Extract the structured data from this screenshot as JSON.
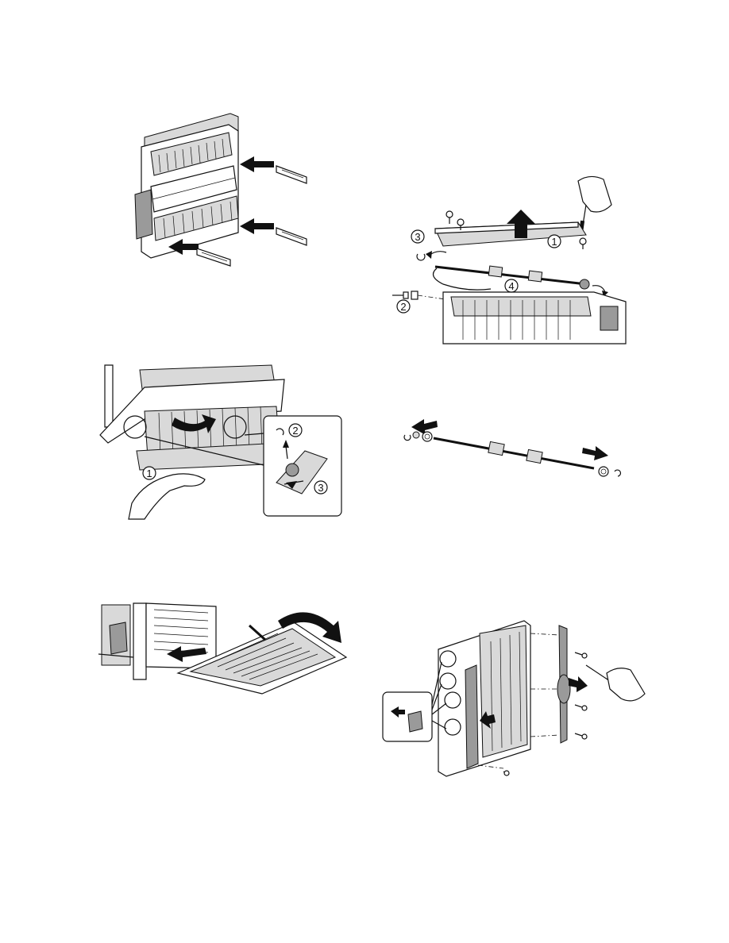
{
  "figures": [
    {
      "id": "fig-duplex-unit-rails",
      "callouts": []
    },
    {
      "id": "fig-paper-guide-roller-removal",
      "callouts": [
        "1",
        "2",
        "3",
        "4"
      ]
    },
    {
      "id": "fig-cover-hinge-release",
      "callouts": [
        "1",
        "2",
        "3"
      ]
    },
    {
      "id": "fig-roller-shaft-parts",
      "callouts": []
    },
    {
      "id": "fig-cover-detach",
      "callouts": []
    },
    {
      "id": "fig-side-plate-removal",
      "callouts": []
    }
  ],
  "callouts": {
    "roller": {
      "c1": "1",
      "c2": "2",
      "c3": "3",
      "c4": "4"
    },
    "hinge": {
      "c1": "1",
      "c2": "2",
      "c3": "3"
    }
  }
}
